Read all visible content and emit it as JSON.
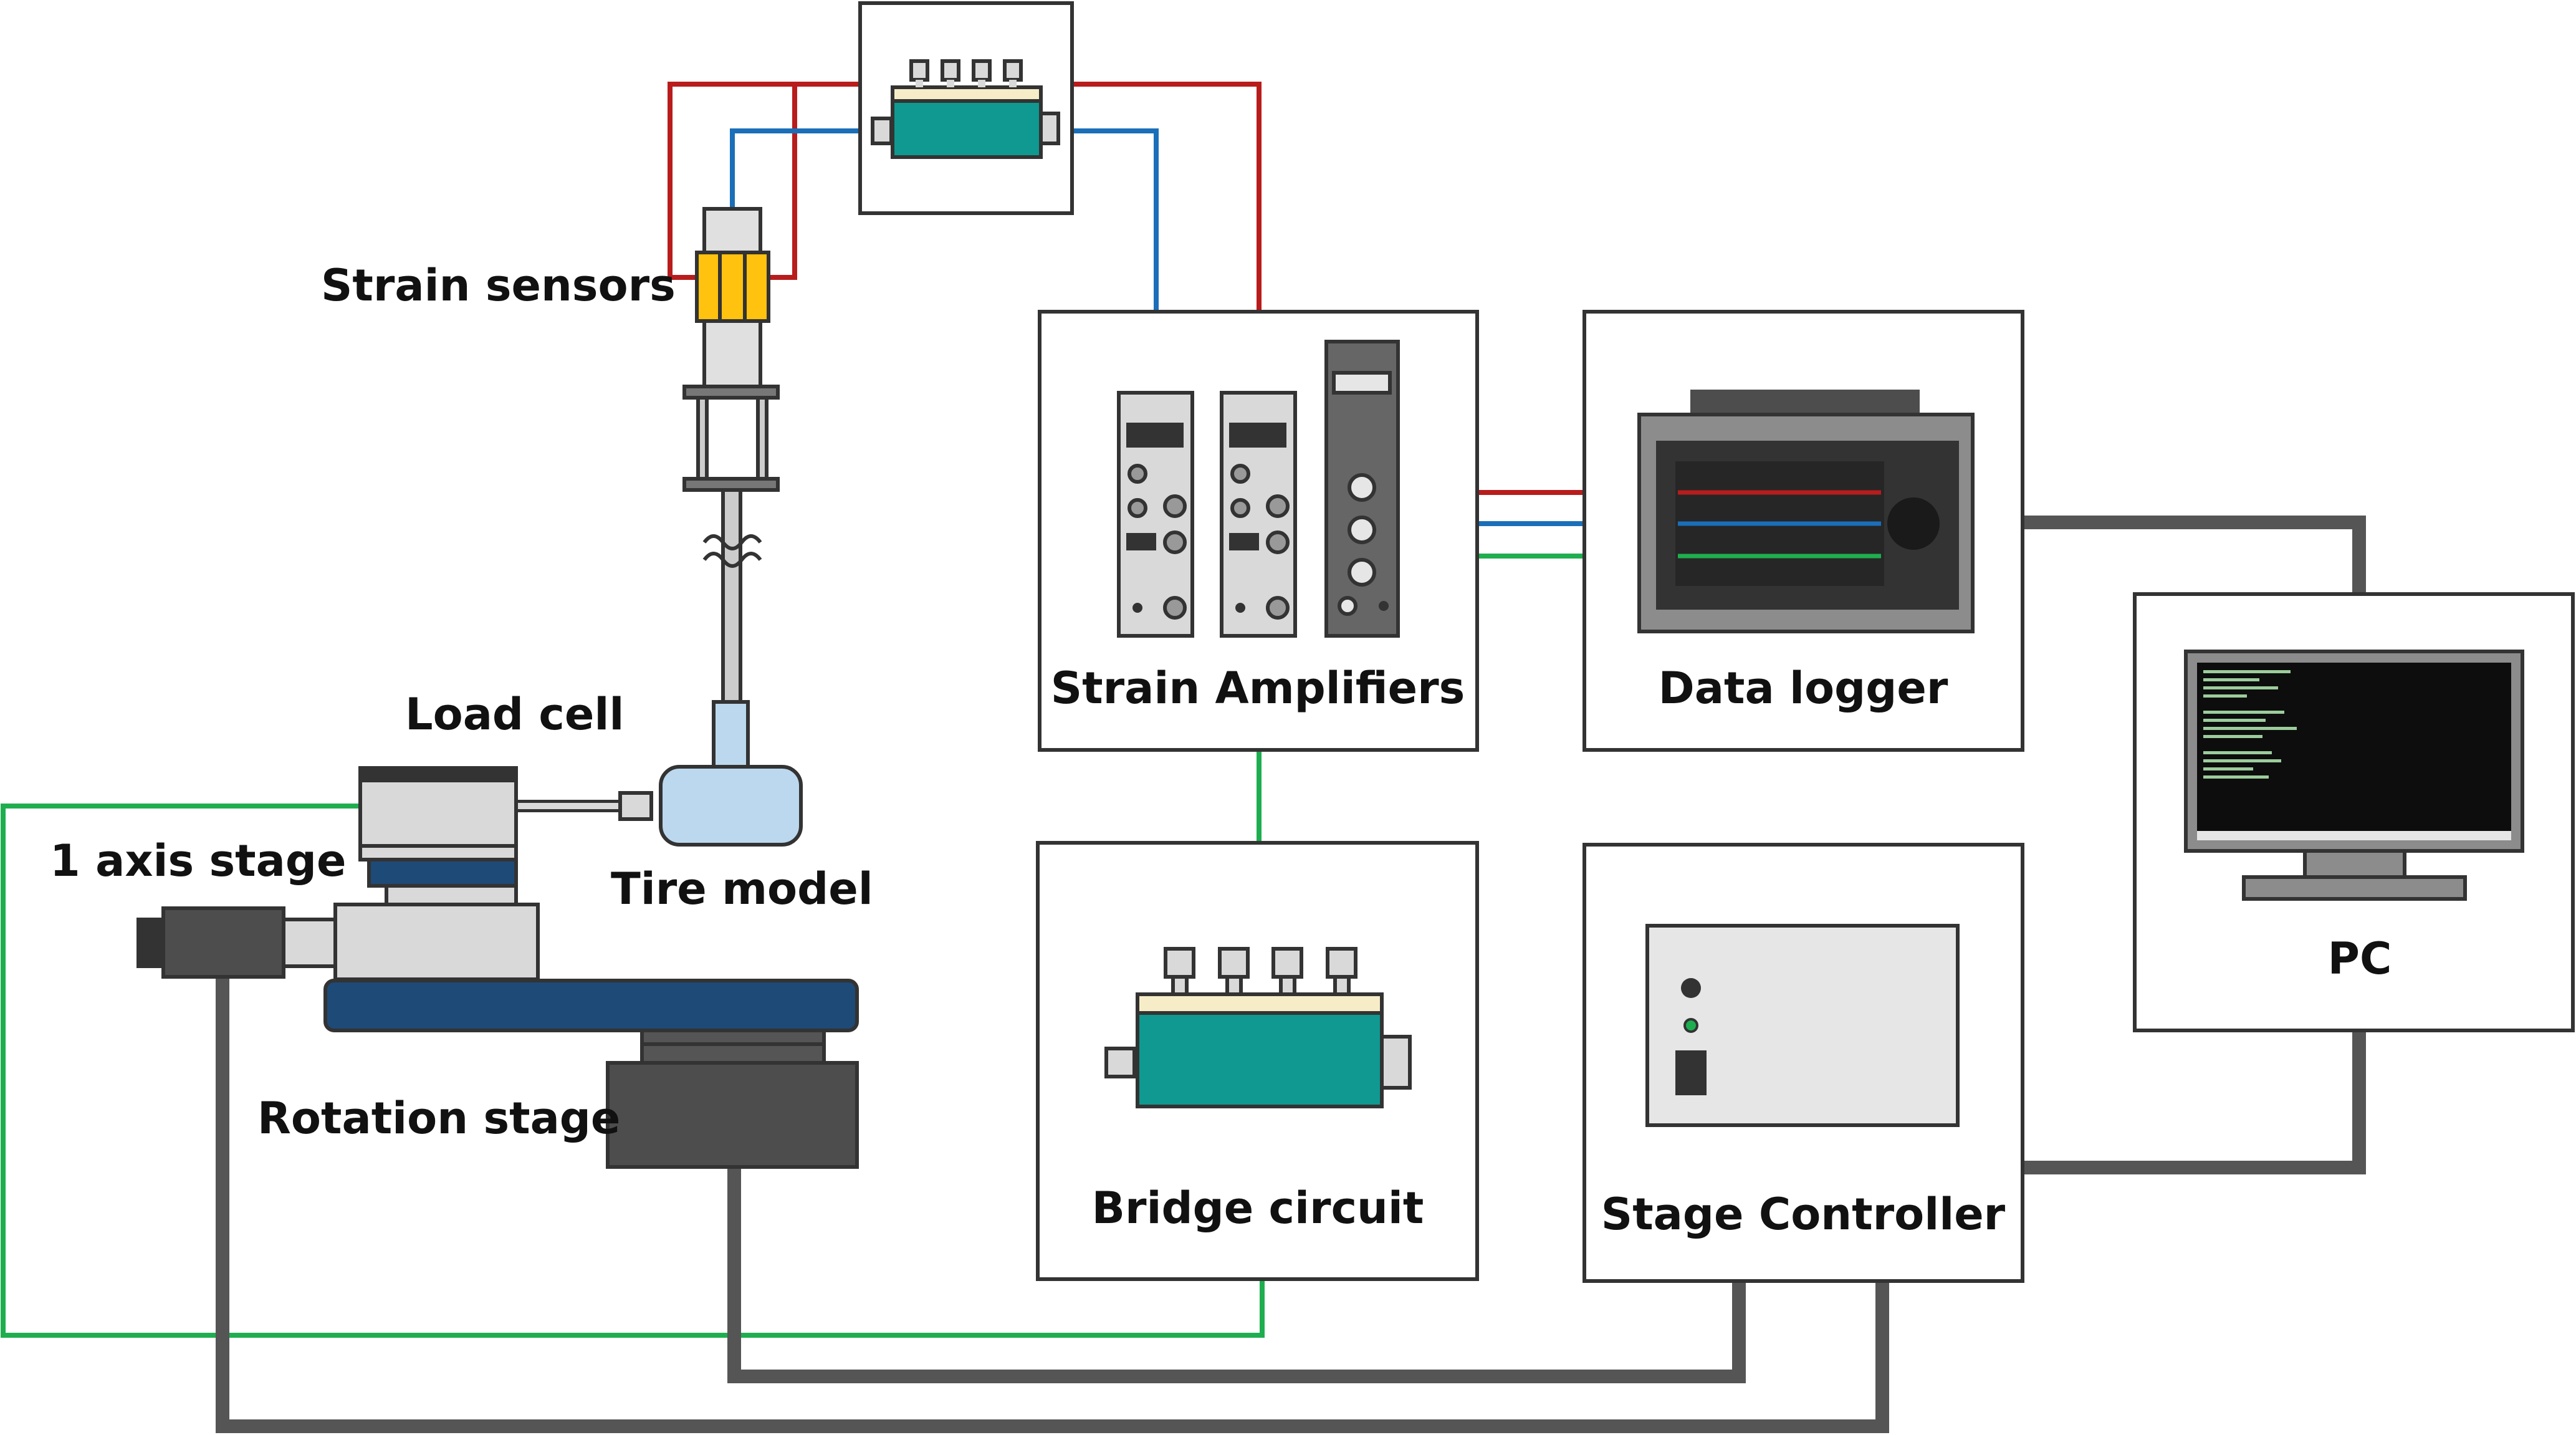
{
  "labels": {
    "strain_sensors": "Strain sensors",
    "strain_amplifiers": "Strain Amplifiers",
    "data_logger": "Data logger",
    "load_cell": "Load cell",
    "one_axis_stage": "1 axis stage",
    "tire_model": "Tire model",
    "rotation_stage": "Rotation stage",
    "bridge_circuit": "Bridge circuit",
    "stage_controller": "Stage Controller",
    "pc": "PC"
  },
  "colors": {
    "red_wire": "#b81c1c",
    "blue_wire": "#1a6fb8",
    "green_wire": "#1fae4f",
    "cable_gray": "#555555",
    "teal": "#0f9990",
    "cream": "#f6edc8",
    "navy": "#1e4a78",
    "light_blue": "#bcd8ee",
    "yellow": "#ffc20e",
    "dark_gray": "#4d4d4d",
    "light_gray": "#d9d9d9"
  },
  "icons": {
    "bridge_circuit": "bridge-circuit-icon",
    "amplifier": "amplifier-module-icon",
    "data_logger": "data-logger-icon",
    "pc": "monitor-icon",
    "controller": "controller-box-icon"
  }
}
